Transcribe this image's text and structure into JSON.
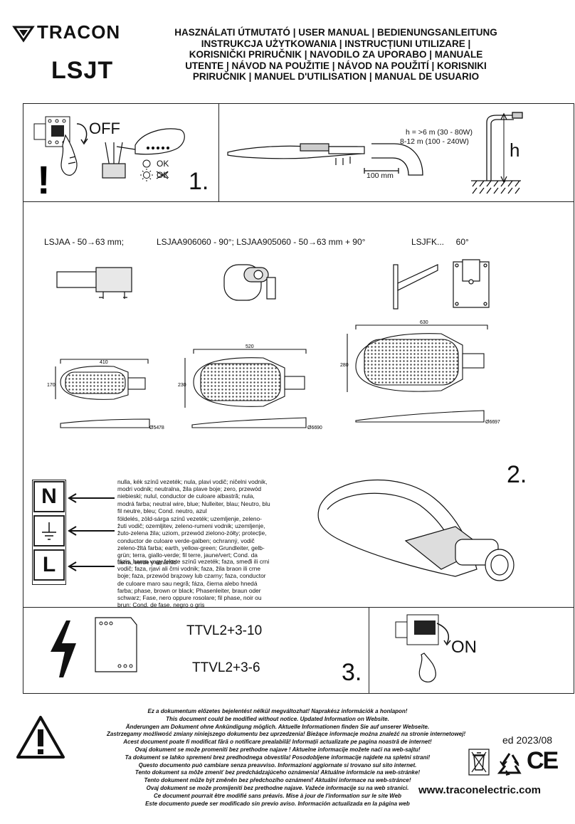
{
  "header": {
    "brand": "TRACON",
    "model": "LSJT",
    "title_lines": [
      "HASZNÁLATI ÚTMUTATÓ | USER MANUAL | BEDIENUNGSANLEITUNG",
      "INSTRUKCJA UŻYTKOWANIA | INSTRUCȚIUNI UTILIZARE |",
      "KORISNIČKI PRIRUČNIK | NAVODILO ZA UPORABO | MANUALE",
      "UTENTE | NÁVOD NA POUŽITIE | NÁVOD NA POUŽITÍ | KORISNIKI",
      "PRIRUČNIK | MANUEL D'UTILISATION | MANUAL DE USUARIO"
    ]
  },
  "step1": {
    "off_label": "OFF",
    "ok_label": "OK",
    "notok_label": "OK",
    "exclamation": "!",
    "number": "1.",
    "height_spec_1": "h =  >6 m (30 - 80W)",
    "height_spec_2": "8-12 m (100 - 240W)",
    "distance_label": "100 mm",
    "h_label": "h"
  },
  "step2": {
    "mount_1": "LSJAA - 50→63 mm;",
    "mount_2": "LSJAA906060 - 90°; LSJAA905060 - 50→63 mm + 90°",
    "mount_3": "LSJFK...     60°",
    "number": "2.",
    "dims": {
      "small": {
        "width": "410",
        "height": "170",
        "d": "Ø54",
        "h": "78"
      },
      "medium": {
        "width": "520",
        "height": "230",
        "d": "Ø66",
        "h": "90"
      },
      "large": {
        "width": "630",
        "height": "280",
        "d": "Ø66",
        "h": "97"
      }
    },
    "wires": {
      "N": {
        "letter": "N",
        "text": "nulla, kék színű vezeték; nula, plavi vodič; ničelni vodnik, modri vodnik; neutralna, žila plave boje; zero, przewód niebieski; nulul, conductor de culoare albastră; nula, modrá farba; neutral wire, blue; Nulleiter, blau; Neutro, blu fil neutre, bleu; Cond. neutro, azul"
      },
      "PE": {
        "text": "földelés, zöld-sárga színű vezeték; uzemljenje, zeleno-žuti vodič; ozemljitev, zeleno-rumeni vodnik; uzemljenje, žuto-zelena žila; uziom, przewód zielono-żółty; protecție, conductor de culoare verde-galben; ochranný, vodič zeleno-žltá farba; earth, yellow-green; Grundleiter, gelb-grün; terra, giallo-verde; fil terre, jaune/vert; Cond. da tierra, verde y amarillo"
      },
      "L": {
        "letter": "L",
        "text": "fázis, barna vagy fekete színű vezeték; faza, smeđi ili crni vodič; faza, rjavi ali črni vodnik; faza, žila braon ili crne boje; faza, przewód brązowy lub czarny; faza, conductor de culoare maro sau negră; fáza, čierna alebo hnedá farba; phase, brown or black; Phasenleiter, braun oder schwarz; Fase, nero oppure rosolare; fil phase, noir ou brun; Cond. de fase, negro o gris"
      }
    }
  },
  "step3": {
    "product_1": "TTVL2+3-10",
    "product_2": "TTVL2+3-6",
    "on_label": "ON",
    "number": "3."
  },
  "footer": {
    "lines": [
      "Ez a dokumentum előzetes bejelentést nélkül megváltozhat! Naprakész információk a honlapon!",
      "This document could be modified without notice. Updated Information on Website.",
      "Änderungen am Dokument ohne Ankündigung möglich. Aktuelle Informationen finden Sie auf unserer Webseite.",
      "Zastrzegamy możliwość zmiany niniejszego dokumentu bez uprzedzenia! Bieżące informacje można znaleźć na stronie internetowej!",
      "Acest document poate fi modificat fără o notificare prealabilă! Informații actualizate pe pagina noastră de internet!",
      "Ovaj dokument se može promeniti bez prethodne najave ! Aktuelne informacije možete naći na web-sajtu!",
      "Ta dokument se lahko spremeni brez predhodnega obvestila!  Posodobljene informacije  najdete na spletni strani!",
      "Questo documento può cambiare senza preavviso. Informazioni aggiornate si trovano sul sito internet.",
      "Tento dokument sa môže zmeniť bez predchádzajúceho oznámenia! Aktuálne informácie na web-stránke!",
      "Tento dokument může být změněn bez předchozího oznámení! Aktuální informace na web-stránce!",
      "Ovaj dokument se može promijeniti bez prethodne najave. Važeće informacije su na web stranici.",
      "Ce document pourrait être modifié sans préavis. Mise à jour de l'information sur le site Web",
      "Este documento puede ser modificado sin previo aviso. Información actualizada en la página web"
    ],
    "edition": "ed 2023/08",
    "website": "www.traconelectric.com",
    "ce_mark": "CE"
  }
}
